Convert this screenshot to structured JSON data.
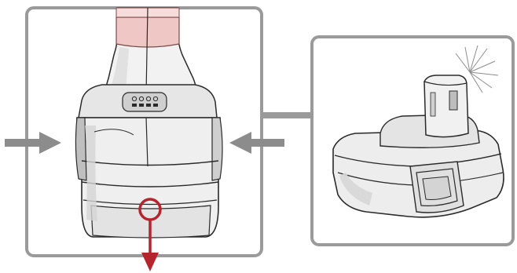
{
  "figure": {
    "panels": [
      {
        "id": "tool-bottom-view",
        "subject": "drill-handle-with-battery-pack"
      },
      {
        "id": "battery-pack-view",
        "subject": "removed-battery-pack"
      }
    ],
    "icons": {
      "press_left": "arrow-right-icon",
      "press_right": "arrow-left-icon",
      "pull_down": "arrow-down-icon",
      "focus_ring": "circle-marker-icon",
      "connector": "arrow-right-icon",
      "sparkle": "sparkle-icon"
    },
    "colors": {
      "frame": "#9a9a9a",
      "arrow_gray": "#8c8c8c",
      "arrow_red": "#b4252e",
      "band_pink": "#efc7c5",
      "shade": "#d9d9d9",
      "line": "#2a2a2a"
    }
  }
}
